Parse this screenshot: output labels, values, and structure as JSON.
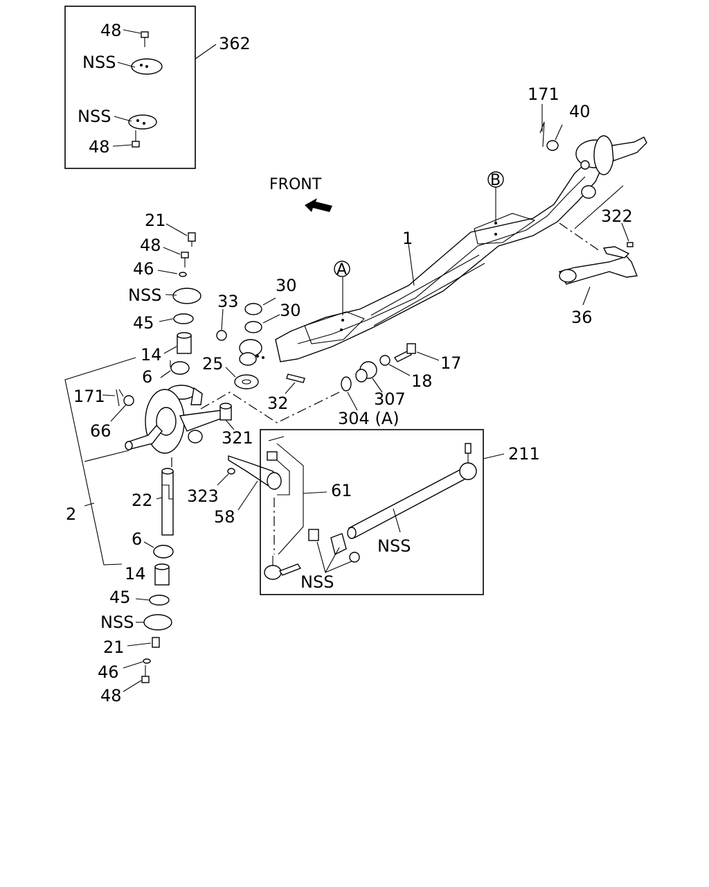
{
  "diagram": {
    "front_label": "FRONT",
    "ref_a": "A",
    "ref_b": "B",
    "labels": {
      "l48a": "48",
      "l362": "362",
      "lnss_a": "NSS",
      "lnss_b": "NSS",
      "l48b": "48",
      "l171_top": "171",
      "l40": "40",
      "l322": "322",
      "l36": "36",
      "l1": "1",
      "l21a": "21",
      "l48c": "48",
      "l46a": "46",
      "lnss_c": "NSS",
      "l45a": "45",
      "l14a": "14",
      "l6a": "6",
      "l171_left": "171",
      "l66": "66",
      "l33": "33",
      "l30a": "30",
      "l30b": "30",
      "l25": "25",
      "l32": "32",
      "l17": "17",
      "l18": "18",
      "l307": "307",
      "l304": "304 (A)",
      "l321": "321",
      "l323": "323",
      "l58": "58",
      "l61": "61",
      "l211": "211",
      "lnss_d": "NSS",
      "lnss_e": "NSS",
      "l2": "2",
      "l22": "22",
      "l6b": "6",
      "l14b": "14",
      "l45b": "45",
      "lnss_f": "NSS",
      "l21b": "21",
      "l46b": "46",
      "l48d": "48"
    }
  }
}
